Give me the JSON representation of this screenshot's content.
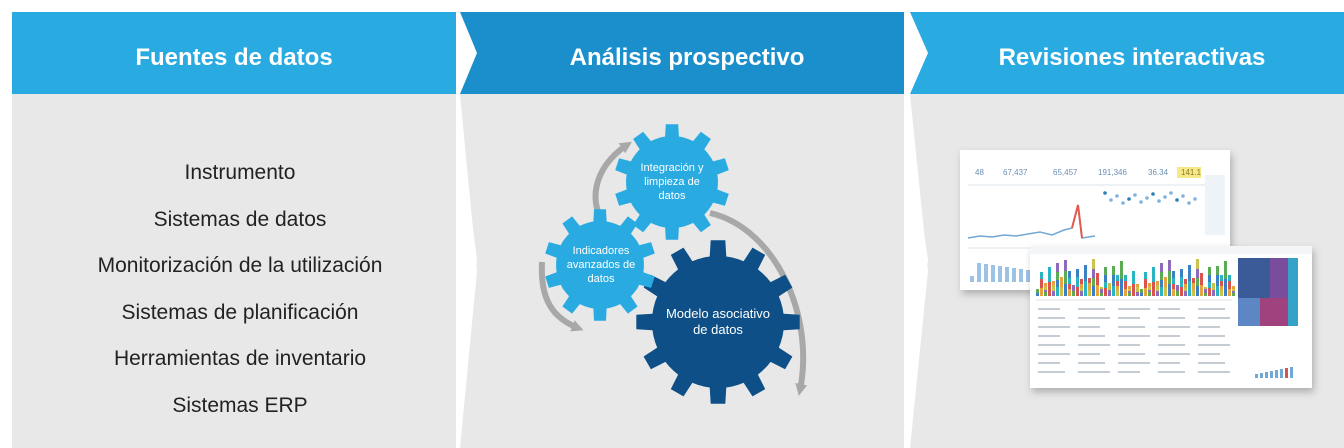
{
  "columns": [
    {
      "title": "Fuentes de datos"
    },
    {
      "title": "Análisis prospectivo"
    },
    {
      "title": "Revisiones interactivas"
    }
  ],
  "sources": [
    "Instrumento",
    "Sistemas de datos",
    "Monitorización de la utilización",
    "Sistemas de planificación",
    "Herramientas de inventario",
    "Sistemas ERP"
  ],
  "gears": {
    "integration": "Integración y limpieza de datos",
    "indicators": "Indicadores avanzados de datos",
    "model": "Modelo asociativo de datos"
  },
  "dashboard_kpis": [
    "48",
    "67,437",
    "65,457",
    "191,346",
    "36.34",
    "141.1"
  ],
  "colors": {
    "header_light": "#29abe2",
    "header_dark": "#1a8fcc",
    "panel_bg": "#e8e8e8",
    "gear_light": "#29abe2",
    "gear_dark": "#0d4f86",
    "arrow": "#a8a8a8"
  }
}
